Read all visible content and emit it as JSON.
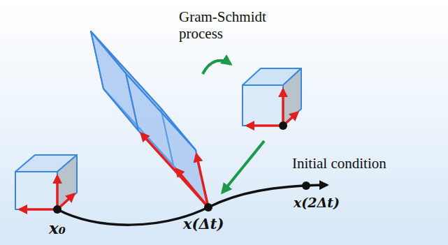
{
  "diagram": {
    "labels": [
      "Gram-Schmidt process",
      "Initial condition",
      "x₀",
      "x(Δt)",
      "x(2Δt)"
    ]
  }
}
